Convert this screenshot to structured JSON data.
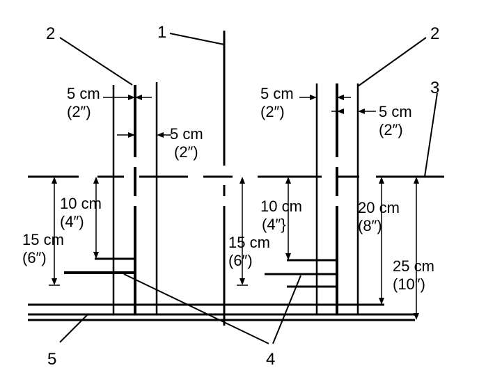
{
  "callouts": {
    "c1": "1",
    "c2_left": "2",
    "c2_right": "2",
    "c3": "3",
    "c4": "4",
    "c5": "5"
  },
  "dimensions": {
    "gap_left_top_metric": "5 cm",
    "gap_left_top_imperial": "(2″)",
    "gap_left_mid_metric": "5 cm",
    "gap_left_mid_imperial": "(2″)",
    "gap_right_left_metric": "5 cm",
    "gap_right_left_imperial": "(2″)",
    "gap_right_right_metric": "5 cm",
    "gap_right_right_imperial": "(2″)",
    "depth_left_10_metric": "10 cm",
    "depth_left_10_imperial": "(4″)",
    "depth_left_15_metric": "15 cm",
    "depth_left_15_imperial": "(6″)",
    "depth_right_10_metric": "10 cm",
    "depth_right_10_imperial": "(4″}",
    "depth_right_15_metric": "15 cm",
    "depth_right_15_imperial": "(6″)",
    "depth_20_metric": "20 cm",
    "depth_20_imperial": "(8″)",
    "depth_25_metric": "25 cm",
    "depth_25_imperial": "(10″)"
  }
}
